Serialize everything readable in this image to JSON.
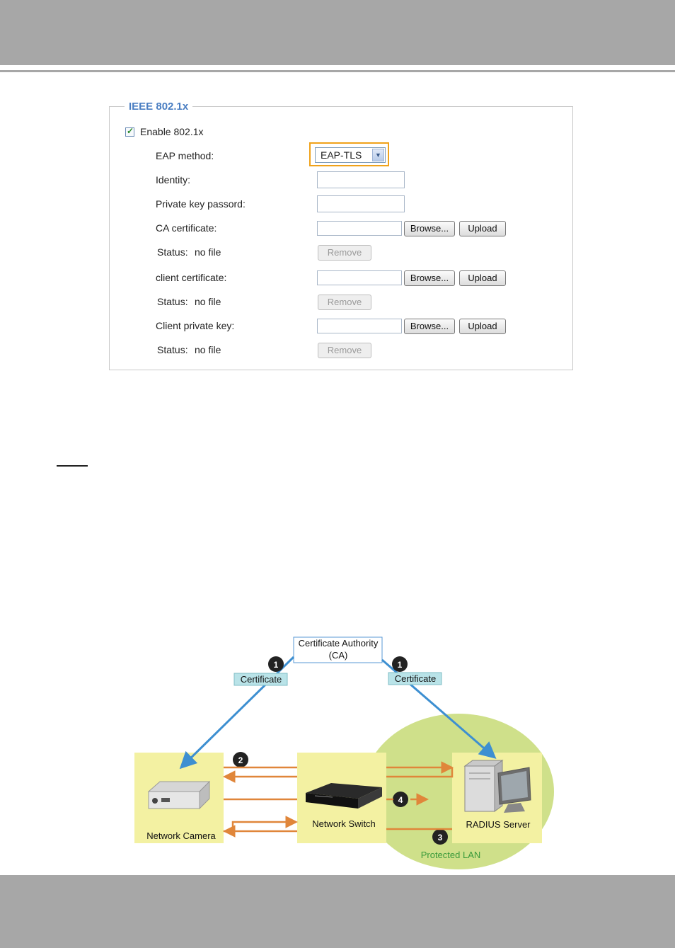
{
  "fieldset": {
    "legend": "IEEE 802.1x",
    "enable_label": "Enable 802.1x",
    "enable_checked": true,
    "eap_method_label": "EAP method:",
    "eap_method_value": "EAP-TLS",
    "identity_label": "Identity:",
    "private_key_password_label": "Private key passord:",
    "ca_certificate_label": "CA certificate:",
    "client_certificate_label": "client certificate:",
    "client_private_key_label": "Client private key:",
    "status_label": "Status:",
    "status_value": "no file",
    "browse_label": "Browse...",
    "upload_label": "Upload",
    "remove_label": "Remove"
  },
  "diagram": {
    "ca_label_line1": "Certificate Authority",
    "ca_label_line2": "(CA)",
    "certificate_tag": "Certificate",
    "camera_label": "Network Camera",
    "switch_label": "Network Switch",
    "server_label": "RADIUS Server",
    "lan_label": "Protected LAN",
    "step_1": "1",
    "step_2": "2",
    "step_3": "3",
    "step_4": "4",
    "colors": {
      "arrow_blue": "#3d8fd1",
      "arrow_orange": "#e0863a",
      "box_yellow": "#f3f1a2",
      "lan_green": "#cfe08a",
      "tag_cyan": "#b9e3e8",
      "lan_text": "#3a9a3a"
    }
  }
}
